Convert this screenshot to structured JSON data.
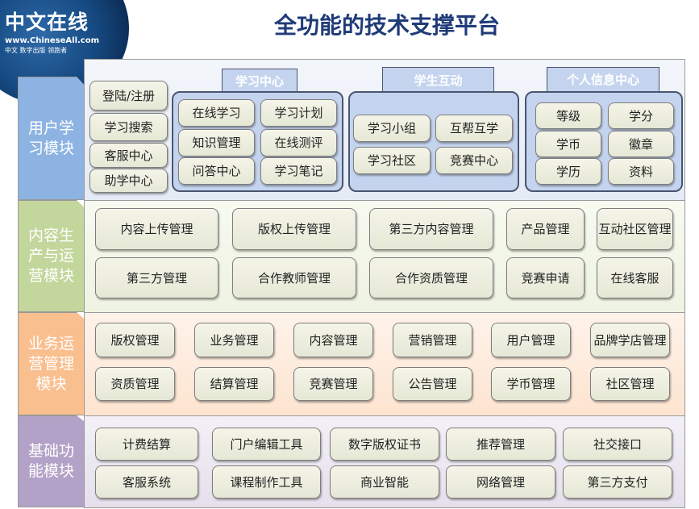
{
  "logo": {
    "name": "中文在线",
    "url": "www.ChineseAll.com",
    "slogan": "中文 数字出版 领跑者"
  },
  "title": "全功能的技术支撑平台",
  "colors": {
    "title": "#1f3b78",
    "user": "#8db3e2",
    "content": "#c3d69b",
    "ops": "#fabf8f",
    "base": "#b3a2c7"
  },
  "user_module": {
    "label": "用户学习模块",
    "left_items": [
      "登陆/注册",
      "学习搜索",
      "客服中心",
      "助学中心"
    ],
    "study_center": {
      "title": "学习中心",
      "items": [
        "在线学习",
        "学习计划",
        "知识管理",
        "在线测评",
        "问答中心",
        "学习笔记"
      ]
    },
    "student_interaction": {
      "title": "学生互动",
      "items": [
        "学习小组",
        "互帮互学",
        "学习社区",
        "竞赛中心"
      ]
    },
    "personal_info": {
      "title": "个人信息中心",
      "items": [
        "等级",
        "学分",
        "学币",
        "徽章",
        "学历",
        "资料"
      ]
    }
  },
  "content_module": {
    "label": "内容生产与运营模块",
    "items": [
      "内容上传管理",
      "版权上传管理",
      "第三方内容管理",
      "产品管理",
      "互动社区管理",
      "第三方管理",
      "合作教师管理",
      "合作资质管理",
      "竞赛申请",
      "在线客服"
    ]
  },
  "ops_module": {
    "label": "业务运营管理模块",
    "items": [
      "版权管理",
      "业务管理",
      "内容管理",
      "营销管理",
      "用户管理",
      "品牌学店管理",
      "资质管理",
      "结算管理",
      "竞赛管理",
      "公告管理",
      "学币管理",
      "社区管理"
    ]
  },
  "base_module": {
    "label": "基础功能模块",
    "items": [
      "计费结算",
      "门户编辑工具",
      "数字版权证书",
      "推荐管理",
      "社交接口",
      "客服系统",
      "课程制作工具",
      "商业智能",
      "网络管理",
      "第三方支付"
    ]
  }
}
